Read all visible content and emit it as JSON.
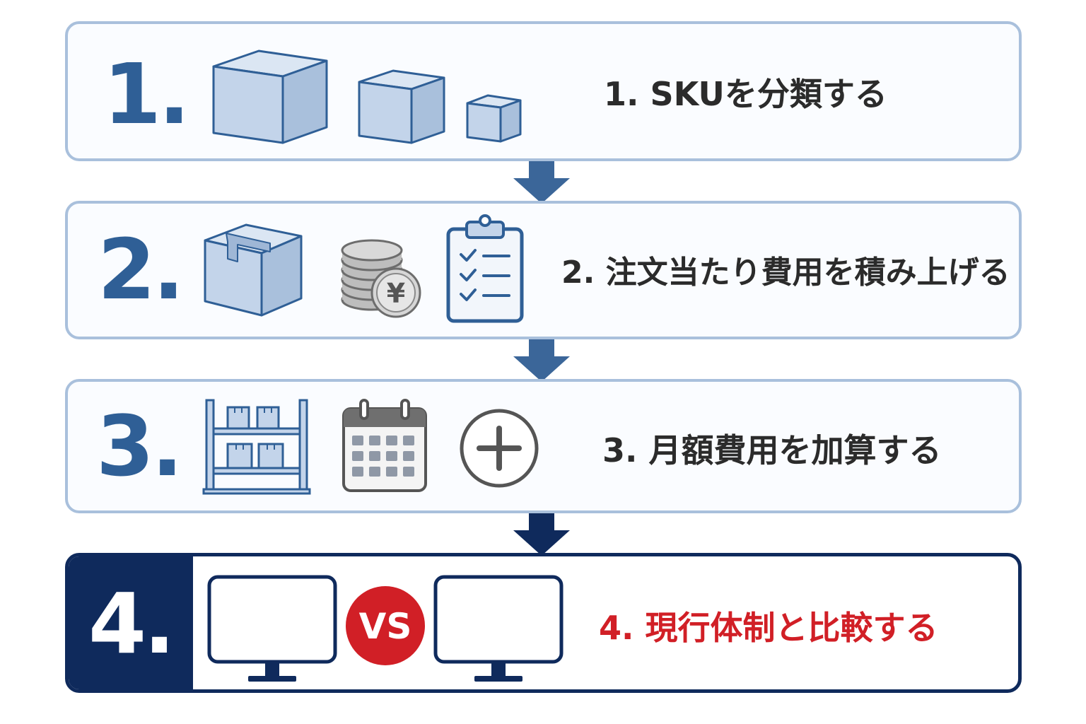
{
  "steps": [
    {
      "number": "1.",
      "label": "1. SKUを分類する",
      "icons": [
        "box-large-icon",
        "box-medium-icon",
        "box-small-icon"
      ]
    },
    {
      "number": "2.",
      "label": "2. 注文当たり費用を積み上げる",
      "icons": [
        "package-icon",
        "yen-coins-icon",
        "checklist-clipboard-icon"
      ]
    },
    {
      "number": "3.",
      "label": "3. 月額費用を加算する",
      "icons": [
        "warehouse-shelf-icon",
        "calendar-icon",
        "plus-circle-icon"
      ]
    },
    {
      "number": "4.",
      "label": "4. 現行体制と比較する",
      "icons": [
        "monitor-left-icon",
        "vs-badge-icon",
        "monitor-right-icon"
      ]
    }
  ],
  "vs_text": "VS",
  "yen_symbol": "¥",
  "colors": {
    "step_border": "#a9c0dc",
    "number_blue": "#2f5f96",
    "highlight_navy": "#0f2a5c",
    "highlight_red": "#d11f26",
    "icon_fill": "#c3d4ea",
    "icon_stroke": "#2f5f96"
  }
}
